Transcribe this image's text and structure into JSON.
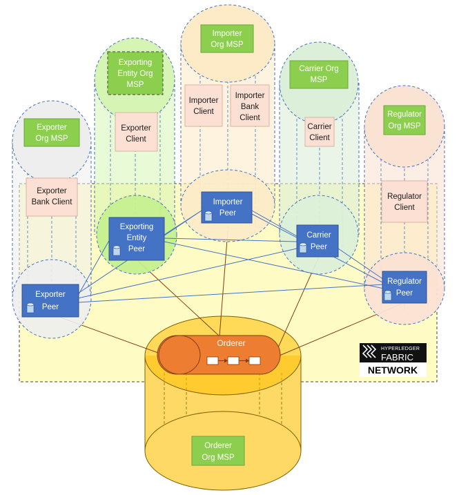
{
  "colors": {
    "msp_fill": "#8ccf4e",
    "peer_fill": "#4472c4",
    "client_fill": "#fbe0d3",
    "orderer_fill": "#ed7d31",
    "orderer_cylinder": "#ffc000",
    "network_area": "#fff9b0",
    "peer_link": "#4472c4",
    "orderer_link": "#843c0c"
  },
  "orgs": {
    "exporter": {
      "msp": [
        "Exporter",
        "Org MSP"
      ],
      "client": [
        "Exporter",
        "Bank Client"
      ],
      "peer": [
        "Exporter",
        "Peer"
      ]
    },
    "exporting_entity": {
      "msp": [
        "Exporting",
        "Entity Org",
        "MSP"
      ],
      "client": [
        "Exporter",
        "Client"
      ],
      "peer": [
        "Exporting",
        "Entity",
        "Peer"
      ]
    },
    "importer": {
      "msp": [
        "Importer",
        "Org MSP"
      ],
      "client": [
        "Importer",
        "Client"
      ],
      "bank_client": [
        "Importer",
        "Bank",
        "Client"
      ],
      "peer": [
        "Importer",
        "Peer"
      ]
    },
    "carrier": {
      "msp": [
        "Carrier Org",
        "MSP"
      ],
      "client": [
        "Carrier",
        "Client"
      ],
      "peer": [
        "Carrier",
        "Peer"
      ]
    },
    "regulator": {
      "msp": [
        "Regulator",
        "Org MSP"
      ],
      "client": [
        "Regulator",
        "Client"
      ],
      "peer": [
        "Regulator",
        "Peer"
      ]
    }
  },
  "orderer": {
    "label": "Orderer",
    "msp": [
      "Orderer",
      "Org MSP"
    ]
  },
  "network": {
    "logo_line1": "HYPERLEDGER",
    "logo_line2": "FABRIC",
    "label": "NETWORK"
  }
}
